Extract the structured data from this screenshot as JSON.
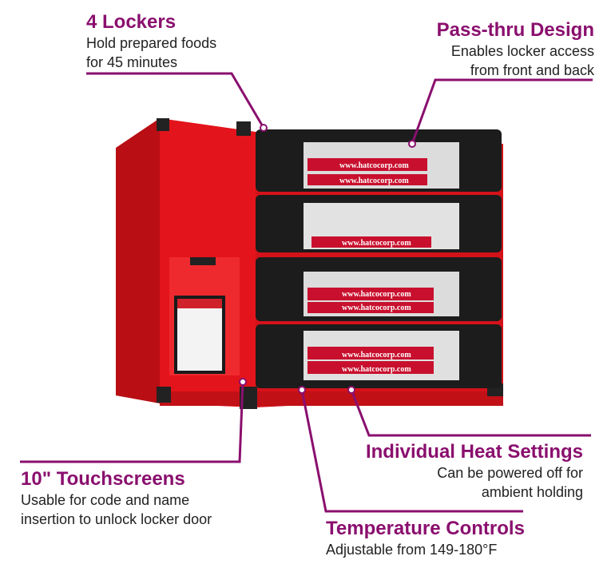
{
  "callouts": {
    "lockers": {
      "title": "4 Lockers",
      "line1": "Hold prepared foods",
      "line2": "for 45 minutes"
    },
    "pass_thru": {
      "title": "Pass-thru Design",
      "line1": "Enables locker access",
      "line2": "from front and back"
    },
    "touchscreens": {
      "title": "10\" Touchscreens",
      "line1": "Usable for code and name",
      "line2": "insertion to unlock locker door"
    },
    "heat": {
      "title": "Individual Heat Settings",
      "line1": "Can be powered off for",
      "line2": "ambient holding"
    },
    "temperature": {
      "title": "Temperature Controls",
      "line1": "Adjustable from 149-180°F"
    }
  },
  "product": {
    "box_label": "www.hatcocorp.com",
    "body_color": "#e3141b",
    "accent_color": "#8a0f6e"
  }
}
